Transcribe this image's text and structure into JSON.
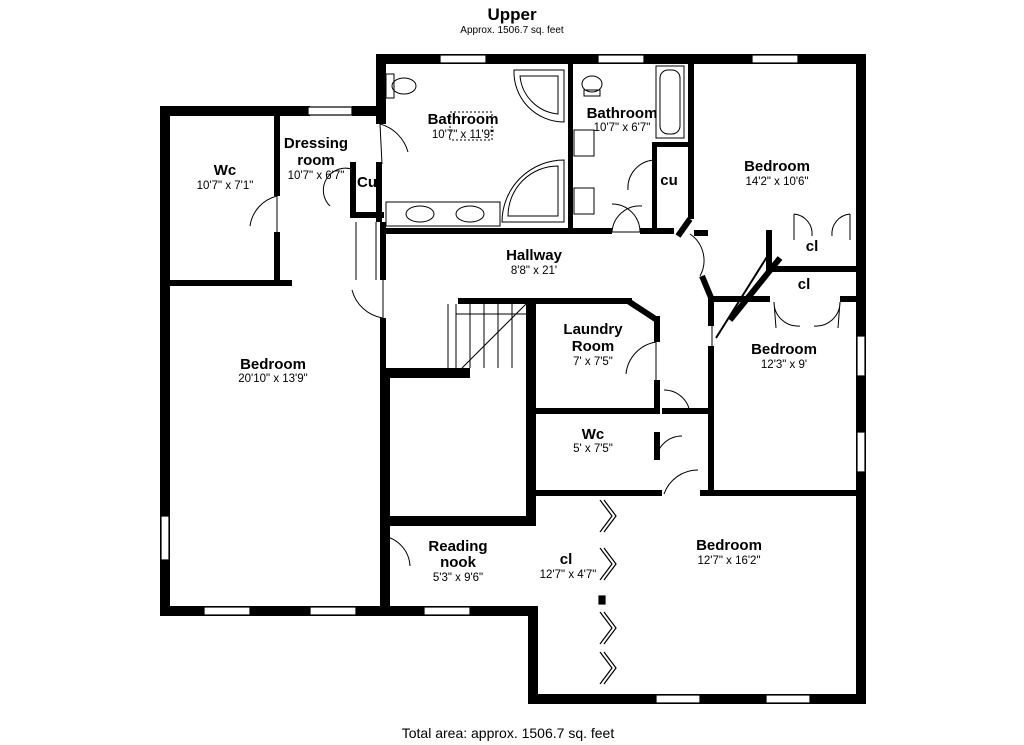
{
  "header": {
    "title": "Upper",
    "subtitle": "Approx. 1506.7 sq. feet"
  },
  "footer": {
    "total": "Total area: approx. 1506.7 sq. feet"
  },
  "rooms": {
    "wc_left": {
      "name": "Wc",
      "dims": "10'7\" x 7'1\""
    },
    "dressing": {
      "name": "Dressing room",
      "name_l1": "Dressing",
      "name_l2": "room",
      "dims": "10'7\" x 6'7\""
    },
    "cu_left": {
      "name": "Cu"
    },
    "bath_main": {
      "name": "Bathroom",
      "dims": "10'7\" x 11'9\""
    },
    "bath_small": {
      "name": "Bathroom",
      "dims": "10'7\" x 6'7\""
    },
    "cu_right": {
      "name": "cu"
    },
    "bed_ne": {
      "name": "Bedroom",
      "dims": "14'2\" x 10'6\""
    },
    "cl_ne": {
      "name": "cl"
    },
    "cl_mid": {
      "name": "cl"
    },
    "hallway": {
      "name": "Hallway",
      "dims": "8'8\" x 21'"
    },
    "laundry": {
      "name": "Laundry Room",
      "name_l1": "Laundry",
      "name_l2": "Room",
      "dims": "7' x 7'5\""
    },
    "bed_e": {
      "name": "Bedroom",
      "dims": "12'3\" x 9'"
    },
    "bed_w": {
      "name": "Bedroom",
      "dims": "20'10\" x 13'9\""
    },
    "wc_mid": {
      "name": "Wc",
      "dims": "5' x 7'5\""
    },
    "reading": {
      "name": "Reading nook",
      "name_l1": "Reading",
      "name_l2": "nook",
      "dims": "5'3\" x 9'6\""
    },
    "cl_s": {
      "name": "cl",
      "dims": "12'7\" x 4'7\""
    },
    "bed_se": {
      "name": "Bedroom",
      "dims": "12'7\" x 16'2\""
    }
  }
}
